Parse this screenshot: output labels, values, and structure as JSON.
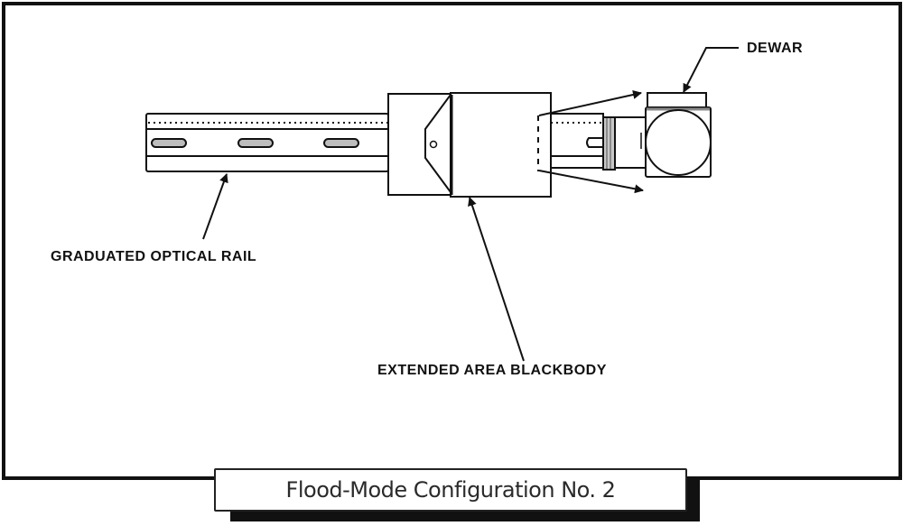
{
  "figure": {
    "caption": "Flood-Mode Configuration No. 2",
    "colors": {
      "line": "#111111",
      "background": "#ffffff",
      "shade": "#9a9a9a"
    }
  },
  "labels": {
    "rail": "GRADUATED OPTICAL RAIL",
    "blackbody": "EXTENDED AREA BLACKBODY",
    "dewar": "DEWAR"
  },
  "components": [
    {
      "id": "graduated-optical-rail",
      "name": "Graduated Optical Rail"
    },
    {
      "id": "extended-area-blackbody",
      "name": "Extended Area Blackbody"
    },
    {
      "id": "dewar",
      "name": "Dewar"
    }
  ]
}
